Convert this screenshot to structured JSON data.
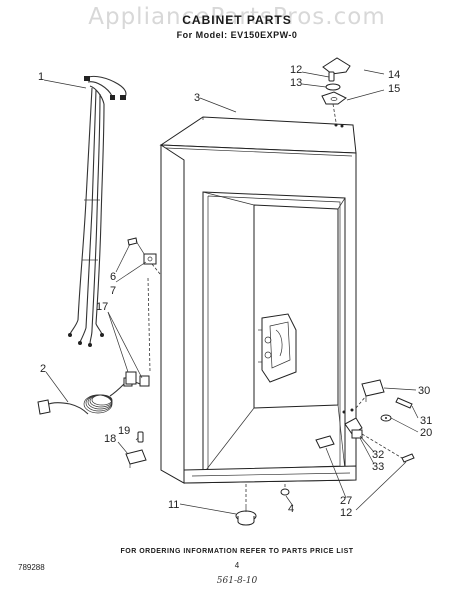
{
  "watermark": "AppliancePartsPros.com",
  "header": {
    "title": "CABINET PARTS",
    "model": "For Model: EV150EXPW-0"
  },
  "footer": {
    "order_note": "FOR ORDERING INFORMATION REFER TO PARTS PRICE LIST",
    "page_number": "4",
    "figure_number": "789288",
    "handwritten_note": "561-8-10"
  },
  "callouts": {
    "c1": "1",
    "c2": "2",
    "c3": "3",
    "c4": "4",
    "c6": "6",
    "c7": "7",
    "c11": "11",
    "c12a": "12",
    "c12b": "12",
    "c13": "13",
    "c14": "14",
    "c15": "15",
    "c17": "17",
    "c18": "18",
    "c19": "19",
    "c20": "20",
    "c27": "27",
    "c30": "30",
    "c31": "31",
    "c32": "32",
    "c33": "33"
  }
}
